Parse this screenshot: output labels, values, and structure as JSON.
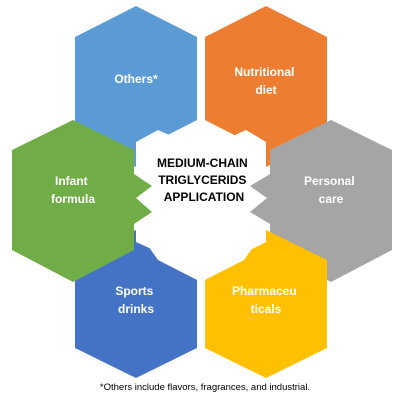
{
  "center": {
    "lines": [
      "MEDIUM-CHAIN",
      "TRIGLYCERIDS",
      "APPLICATION"
    ]
  },
  "segments": [
    {
      "id": "others",
      "lines": [
        "Others*"
      ],
      "color": "#5B9BD5",
      "text_color": "#ffffff"
    },
    {
      "id": "nutritional-diet",
      "lines": [
        "Nutritional",
        "diet"
      ],
      "color": "#ED7D31",
      "text_color": "#ffffff"
    },
    {
      "id": "personal-care",
      "lines": [
        "Personal",
        "care"
      ],
      "color": "#A5A5A5",
      "text_color": "#ffffff"
    },
    {
      "id": "pharmaceuticals",
      "lines": [
        "Pharmaceu",
        "ticals"
      ],
      "color": "#FFC000",
      "text_color": "#ffffff"
    },
    {
      "id": "sports-drinks",
      "lines": [
        "Sports",
        "drinks"
      ],
      "color": "#4472C4",
      "text_color": "#ffffff"
    },
    {
      "id": "infant-formula",
      "lines": [
        "Infant",
        "formula"
      ],
      "color": "#70AD47",
      "text_color": "#ffffff"
    }
  ],
  "footnote": "*Others include flavors, fragrances, and industrial."
}
